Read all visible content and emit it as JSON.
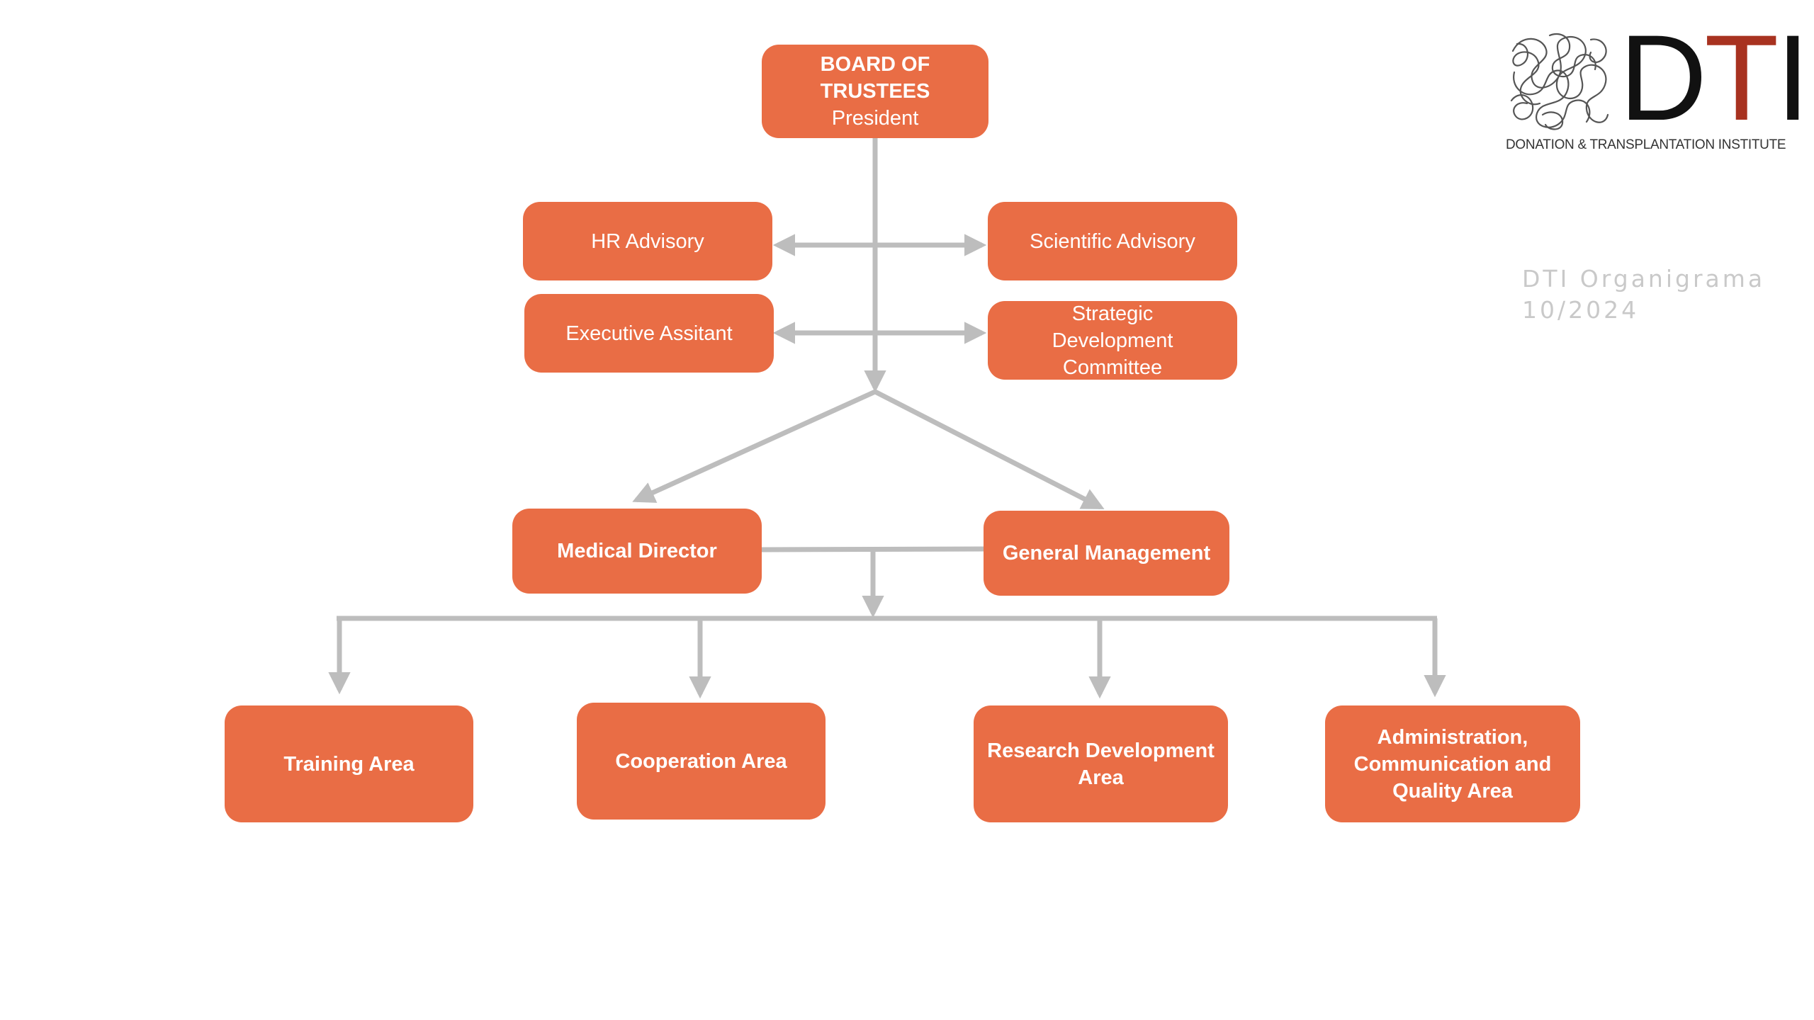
{
  "colors": {
    "box_fill": "#E96D45",
    "box_text": "#FFFFFF",
    "connector": "#BDBDBD",
    "caption": "#C9C9C9",
    "logo_dark": "#111111",
    "logo_accent": "#A83220"
  },
  "nodes": {
    "board": {
      "line1": "BOARD OF TRUSTEES",
      "line2": "President"
    },
    "hr_advisory": "HR Advisory",
    "scientific_advisory": "Scientific Advisory",
    "executive_assistant": "Executive Assitant",
    "strategic_committee": {
      "line1": "Strategic",
      "line2": "Development",
      "line3": "Committee"
    },
    "medical_director": "Medical Director",
    "general_management": "General Management",
    "training_area": "Training Area",
    "cooperation_area": "Cooperation Area",
    "research_area": {
      "line1": "Research Development",
      "line2": "Area"
    },
    "admin_area": {
      "line1": "Administration,",
      "line2": "Communication and",
      "line3": "Quality Area"
    }
  },
  "logo": {
    "letter_d": "D",
    "letter_t": "T",
    "letter_i": "I",
    "tagline": "DONATION & TRANSPLANTATION INSTITUTE",
    "mark_icon": "scribble-knot-icon"
  },
  "caption": {
    "line1": "DTI Organigrama",
    "line2": "10/2024"
  }
}
